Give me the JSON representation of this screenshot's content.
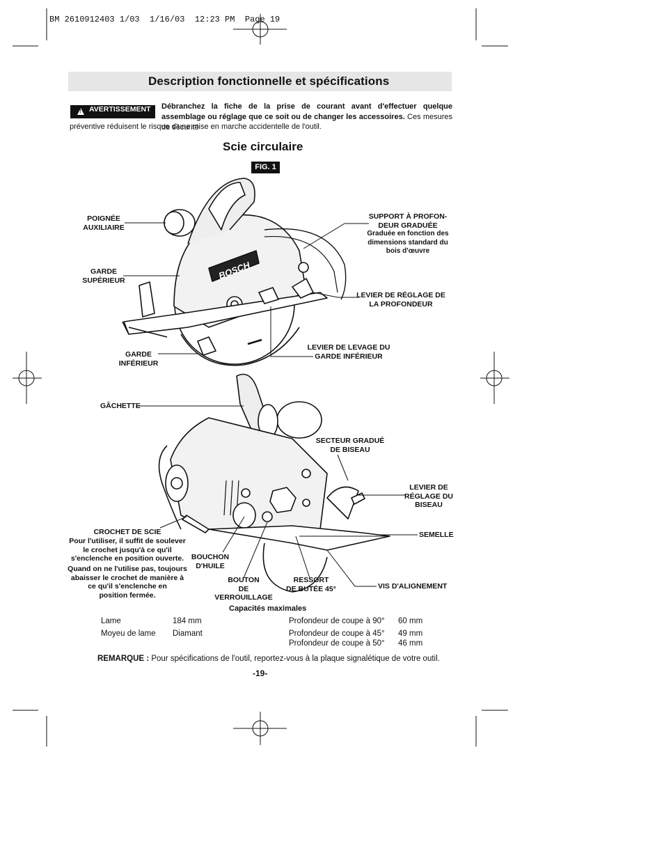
{
  "print_header": "BM 2610912403 1/03  1/16/03  12:23 PM  Page 19",
  "section_title": "Description fonctionnelle et spécifications",
  "warning": {
    "badge": "AVERTISSEMENT",
    "bold_text": "Débranchez la fiche de la prise de courant avant d'effectuer quelque assemblage ou réglage que ce soit ou de changer les accessoires.",
    "text_tail": "Ces mesures de sécurité",
    "text_line2": "préventive réduisent le risque d'une mise en marche accidentelle de l'outil."
  },
  "product_title": "Scie circulaire",
  "figure_label": "FIG. 1",
  "brand": "BOSCH",
  "labels": {
    "poignee": "POIGNÉE\nAUXILIAIRE",
    "garde_sup": "GARDE\nSUPÉRIEUR",
    "garde_inf": "GARDE\nINFÉRIEUR",
    "support": "SUPPORT À PROFON-\nDEUR GRADUÉE",
    "support_sub": "Graduée en fonction des\ndimensions standard du\nbois d'œuvre",
    "levier_prof": "LEVIER DE RÉGLAGE DE\nLA PROFONDEUR",
    "levier_levage": "LEVIER DE LEVAGE DU\nGARDE INFÉRIEUR",
    "gachette": "GÂCHETTE",
    "secteur": "SECTEUR GRADUÉ\nDE BISEAU",
    "levier_biseau": "LEVIER DE\nRÉGLAGE DU\nBISEAU",
    "semelle": "SEMELLE",
    "crochet": "CROCHET DE SCIE",
    "crochet_sub1": "Pour l'utiliser, il suffit de soulever\nle crochet jusqu'à ce qu'il\ns'enclenche en position ouverte.",
    "crochet_sub2": "Quand on ne l'utilise pas, toujours\nabaisser le crochet de manière à\nce qu'il s'enclenche en\nposition fermée.",
    "bouchon": "BOUCHON\nD'HUILE",
    "bouton": "BOUTON\nDE VERROUILLAGE",
    "ressort": "RESSORT\nDE BUTÉE 45°",
    "vis": "VIS D'ALIGNEMENT"
  },
  "specs": {
    "heading": "Capacités maximales",
    "left": [
      {
        "name": "Lame",
        "value": "184 mm"
      },
      {
        "name": "Moyeu de lame",
        "value": "Diamant"
      }
    ],
    "right": [
      {
        "name": "Profondeur de coupe à 90°",
        "value": "60 mm"
      },
      {
        "name": "Profondeur de coupe à 45°",
        "value": "49 mm"
      },
      {
        "name": "Profondeur de coupe à 50°",
        "value": "46 mm"
      }
    ]
  },
  "note": {
    "label": "REMARQUE :",
    "text": "Pour spécifications de l'outil, reportez-vous à la plaque signalétique de votre outil."
  },
  "page_number": "-19-"
}
